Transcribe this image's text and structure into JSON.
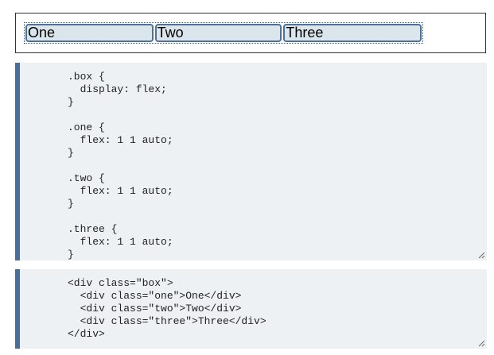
{
  "output": {
    "items": [
      {
        "label": "One"
      },
      {
        "label": "Two"
      },
      {
        "label": "Three"
      }
    ]
  },
  "css_editor": {
    "code": ".box {\n  display: flex;\n}\n\n.one {\n  flex: 1 1 auto;\n}\n\n.two {\n  flex: 1 1 auto;\n}\n\n.three {\n  flex: 1 1 auto;\n}"
  },
  "html_editor": {
    "code": "<div class=\"box\">\n  <div class=\"one\">One</div>\n  <div class=\"two\">Two</div>\n  <div class=\"three\">Three</div>\n</div>"
  },
  "colors": {
    "accent_border": "#4a6f9c",
    "item_background": "#dbe5ec",
    "editor_background": "#eef1f3"
  },
  "icons": {
    "resize": "resize-grip-icon"
  }
}
